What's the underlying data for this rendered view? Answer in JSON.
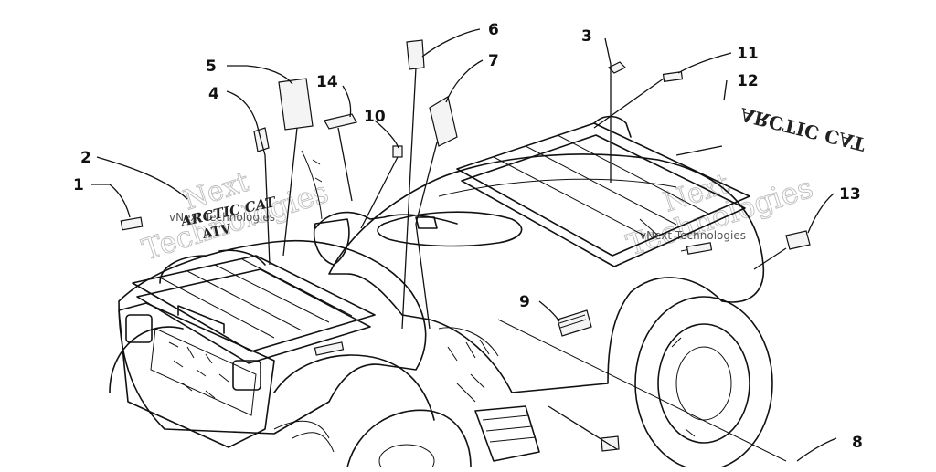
{
  "callouts": [
    {
      "label": "1"
    },
    {
      "label": "2"
    },
    {
      "label": "3"
    },
    {
      "label": "4"
    },
    {
      "label": "5"
    },
    {
      "label": "6"
    },
    {
      "label": "7"
    },
    {
      "label": "8"
    },
    {
      "label": "9"
    },
    {
      "label": "10"
    },
    {
      "label": "11"
    },
    {
      "label": "12"
    },
    {
      "label": "13"
    },
    {
      "label": "14"
    }
  ],
  "decal_texts": {
    "front_brand_top": "ARCTIC CAT",
    "front_brand_bottom": "ATV",
    "rear_brand": "ARCTIC CAT"
  },
  "watermark": {
    "word_1": "Next",
    "word_2": "Technologies",
    "small_left": "vNext Technologies",
    "small_right": "vNext Technologies"
  }
}
